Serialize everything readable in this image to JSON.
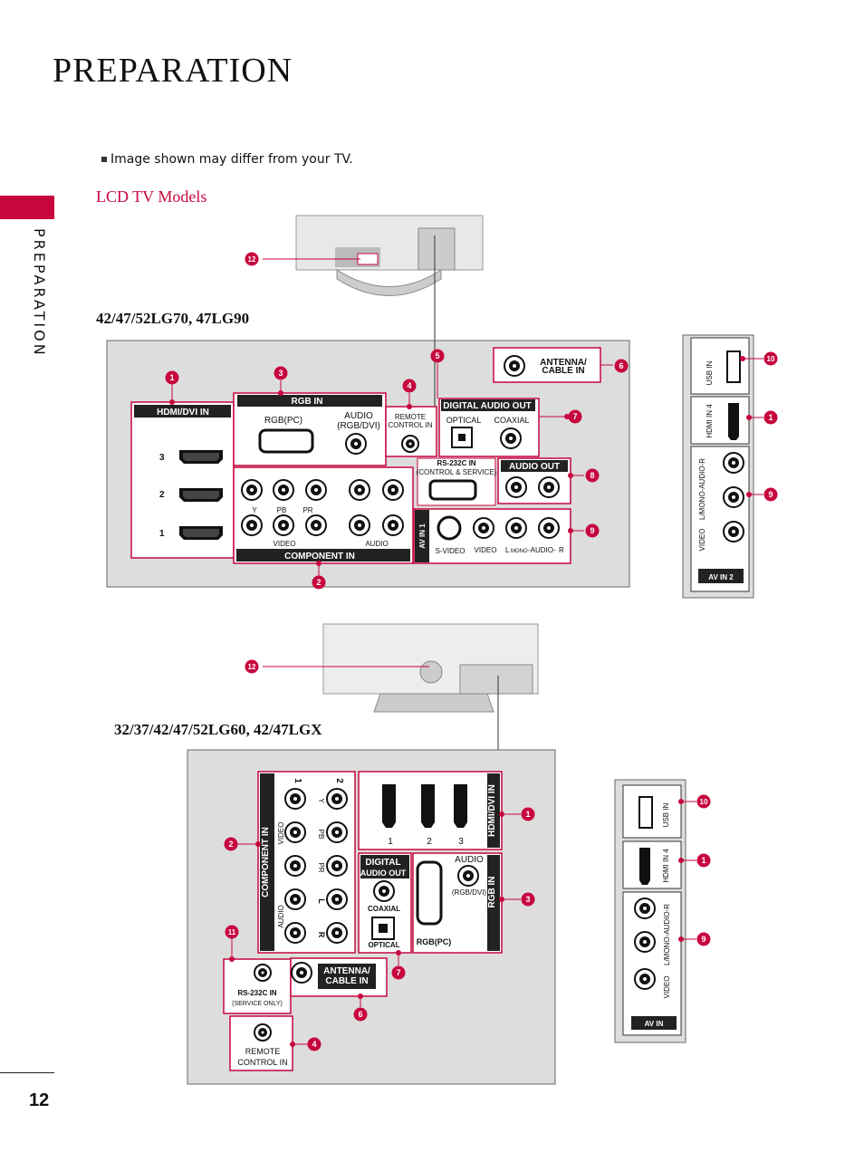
{
  "page": {
    "title": "PREPARATION",
    "side_label": "PREPARATION",
    "page_number": "12"
  },
  "note": "Image shown may differ from your TV.",
  "subhead": "LCD TV Models",
  "model_a": {
    "name": "42/47/52LG70, 47LG90",
    "labels": {
      "hdmi": "HDMI/DVI IN",
      "rgb_in": "RGB IN",
      "rgb_pc": "RGB(PC)",
      "audio": "AUDIO",
      "audio_rgb": "(RGB/DVI)",
      "remote": "REMOTE",
      "control_in": "CONTROL IN",
      "digital_audio_out": "DIGITAL AUDIO OUT",
      "optical": "OPTICAL",
      "coaxial": "COAXIAL",
      "rs232": "RS-232C IN",
      "rs232_sub": "(CONTROL & SERVICE)",
      "audio_out": "AUDIO OUT",
      "antenna": "ANTENNA/",
      "cable_in": "CABLE IN",
      "component": "COMPONENT IN",
      "video": "VIDEO",
      "audio_small": "AUDIO",
      "y": "Y",
      "pb": "PB",
      "pr": "PR",
      "av_in_1": "AV IN 1",
      "svideo": "S-VIDEO",
      "av_video": "VIDEO",
      "l": "L",
      "mono": "MONO",
      "audio_dash": "-AUDIO-",
      "r": "R",
      "hdmi_nums": [
        "3",
        "2",
        "1"
      ]
    },
    "side": {
      "usb": "USB IN",
      "hdmi4": "HDMI IN 4",
      "video": "VIDEO",
      "audio": "L/MONO-AUDIO-R",
      "av": "AV IN 2"
    }
  },
  "model_b": {
    "name": "32/37/42/47/52LG60, 42/47LGX",
    "labels": {
      "component": "COMPONENT IN",
      "video": "VIDEO",
      "audio_small": "AUDIO",
      "y": "Y",
      "pb": "PB",
      "pr": "PR",
      "l": "L",
      "r": "R",
      "c1": "1",
      "c2": "2",
      "hdmi": "HDMI/DVI IN",
      "hdmi_nums": [
        "1",
        "2",
        "3"
      ],
      "digital": "DIGITAL",
      "audio_out": "AUDIO OUT",
      "coaxial": "COAXIAL",
      "optical": "OPTICAL",
      "audio": "AUDIO",
      "audio_rgb": "(RGB/DVI)",
      "rgb_in": "RGB IN",
      "rgb_pc": "RGB(PC)",
      "rs232": "RS-232C IN",
      "rs232_sub": "(SERVICE ONLY)",
      "antenna": "ANTENNA/",
      "cable_in": "CABLE IN",
      "remote": "REMOTE",
      "control_in": "CONTROL IN"
    },
    "side": {
      "usb": "USB IN",
      "hdmi4": "HDMI IN 4",
      "video": "VIDEO",
      "audio": "L/MONO-AUDIO-R",
      "av": "AV IN"
    }
  },
  "callouts": {
    "n1": "1",
    "n2": "2",
    "n3": "3",
    "n4": "4",
    "n5": "5",
    "n6": "6",
    "n7": "7",
    "n8": "8",
    "n9": "9",
    "n10": "10",
    "n11": "11",
    "n12": "12"
  },
  "colors": {
    "accent": "#c7063e",
    "panel": "#dddddd",
    "label_bg": "#222222"
  }
}
